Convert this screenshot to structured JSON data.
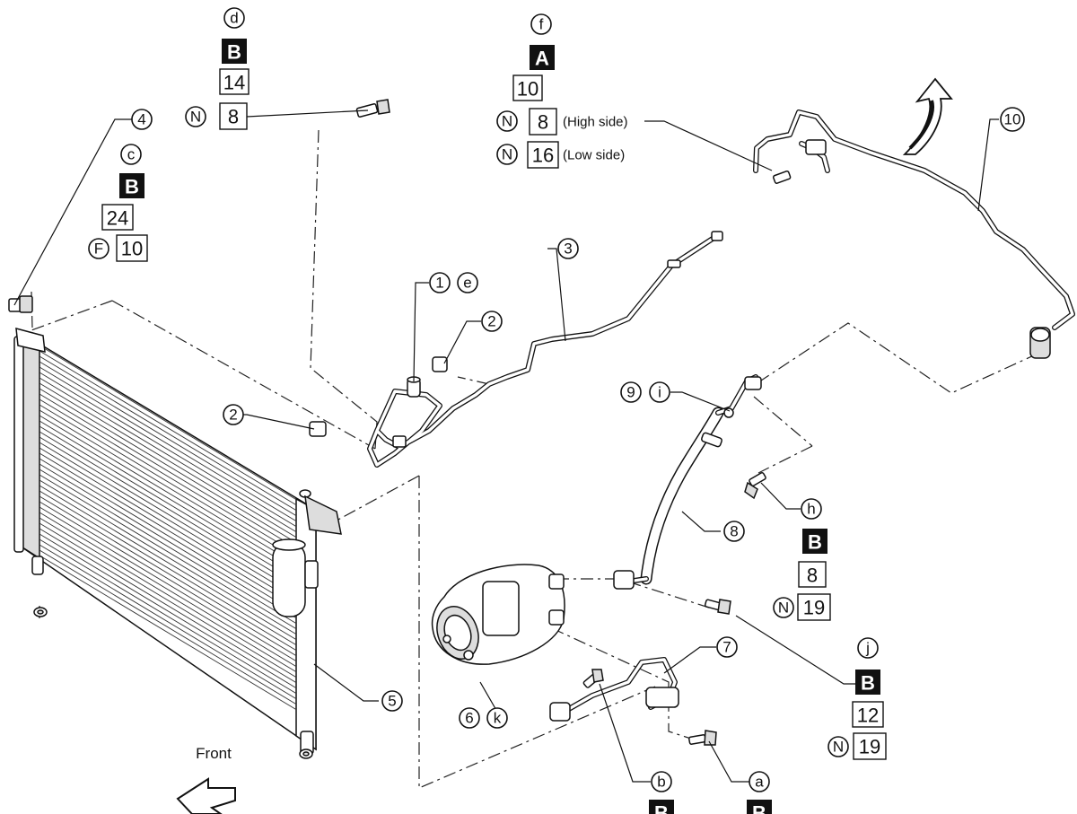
{
  "diagram": {
    "callouts": {
      "d": {
        "letter": "d",
        "grade": "B",
        "torque_1": "14",
        "n_torque": "8",
        "n_symbol": "N"
      },
      "f": {
        "letter": "f",
        "grade": "A",
        "torque_1": "10",
        "n_symbol": "N",
        "n_high": "8",
        "high_label": "(High side)",
        "n_low": "16",
        "low_label": "(Low side)"
      },
      "c": {
        "letter": "c",
        "grade": "B",
        "torque_1": "24",
        "f_symbol": "F",
        "f_torque": "10"
      },
      "h": {
        "letter": "h",
        "grade": "B",
        "torque_1": "8",
        "n_symbol": "N",
        "n_torque": "19"
      },
      "j": {
        "letter": "j",
        "grade": "B",
        "torque_1": "12",
        "n_symbol": "N",
        "n_torque": "19"
      },
      "a": {
        "letter": "a",
        "grade": "B"
      },
      "b": {
        "letter": "b",
        "grade": "B"
      }
    },
    "part_numbers": [
      "1",
      "2",
      "3",
      "4",
      "5",
      "6",
      "7",
      "8",
      "9",
      "10"
    ],
    "sub_letters": {
      "e": "e",
      "i": "i",
      "k": "k"
    },
    "front_label": "Front"
  }
}
